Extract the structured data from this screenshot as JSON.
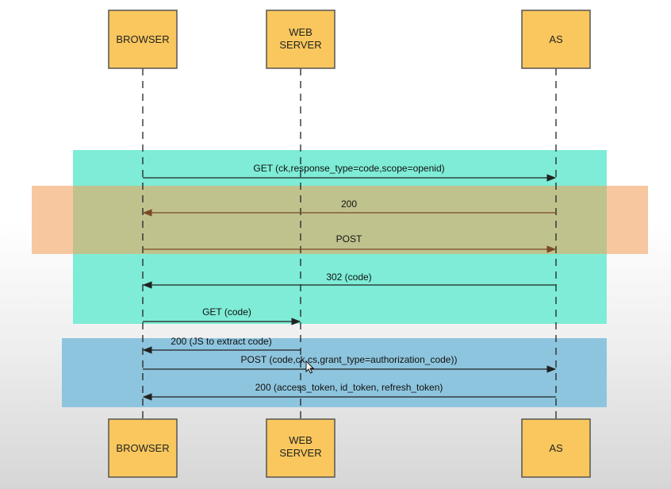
{
  "actors": [
    {
      "id": "browser",
      "lines": [
        "BROWSER"
      ]
    },
    {
      "id": "webserver",
      "lines": [
        "WEB",
        "SERVER"
      ]
    },
    {
      "id": "as",
      "lines": [
        "AS"
      ]
    }
  ],
  "colors": {
    "actor_fill": "#f9c75d",
    "actor_stroke": "#555555",
    "band_teal": "#7eecd6",
    "band_orange": "#f7c7a0",
    "band_overlap": "#c0c28e",
    "band_blue": "#8ec5de",
    "arrow_black": "#222222",
    "arrow_brown": "#7a4a26"
  },
  "messages": [
    {
      "label": "GET (ck,response_type=code,scope=openid)",
      "from": "browser",
      "to": "as",
      "color": "black"
    },
    {
      "label": "200",
      "from": "as",
      "to": "browser",
      "color": "brown"
    },
    {
      "label": "POST",
      "from": "browser",
      "to": "as",
      "color": "brown"
    },
    {
      "label": "302 (code)",
      "from": "as",
      "to": "browser",
      "color": "black"
    },
    {
      "label": "GET (code)",
      "from": "browser",
      "to": "webserver",
      "color": "black"
    },
    {
      "label": "200 (JS to extract code)",
      "from": "webserver",
      "to": "browser",
      "color": "black"
    },
    {
      "label": "POST (code,ck,cs,grant_type=authorization_code))",
      "from": "browser",
      "to": "as",
      "color": "black"
    },
    {
      "label": "200 (access_token, id_token, refresh_token)",
      "from": "as",
      "to": "browser",
      "color": "black"
    }
  ]
}
